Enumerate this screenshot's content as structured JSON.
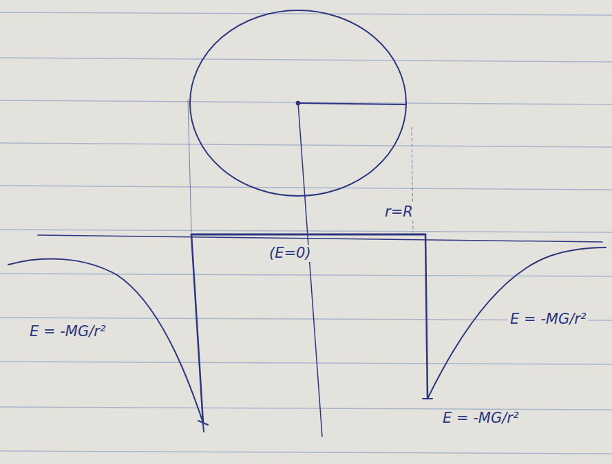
{
  "diagram": {
    "labels": [
      "r=R",
      "(E=0)",
      "E = -MG/r²",
      "E = -MG/r²",
      "E = -MG/r²"
    ]
  }
}
